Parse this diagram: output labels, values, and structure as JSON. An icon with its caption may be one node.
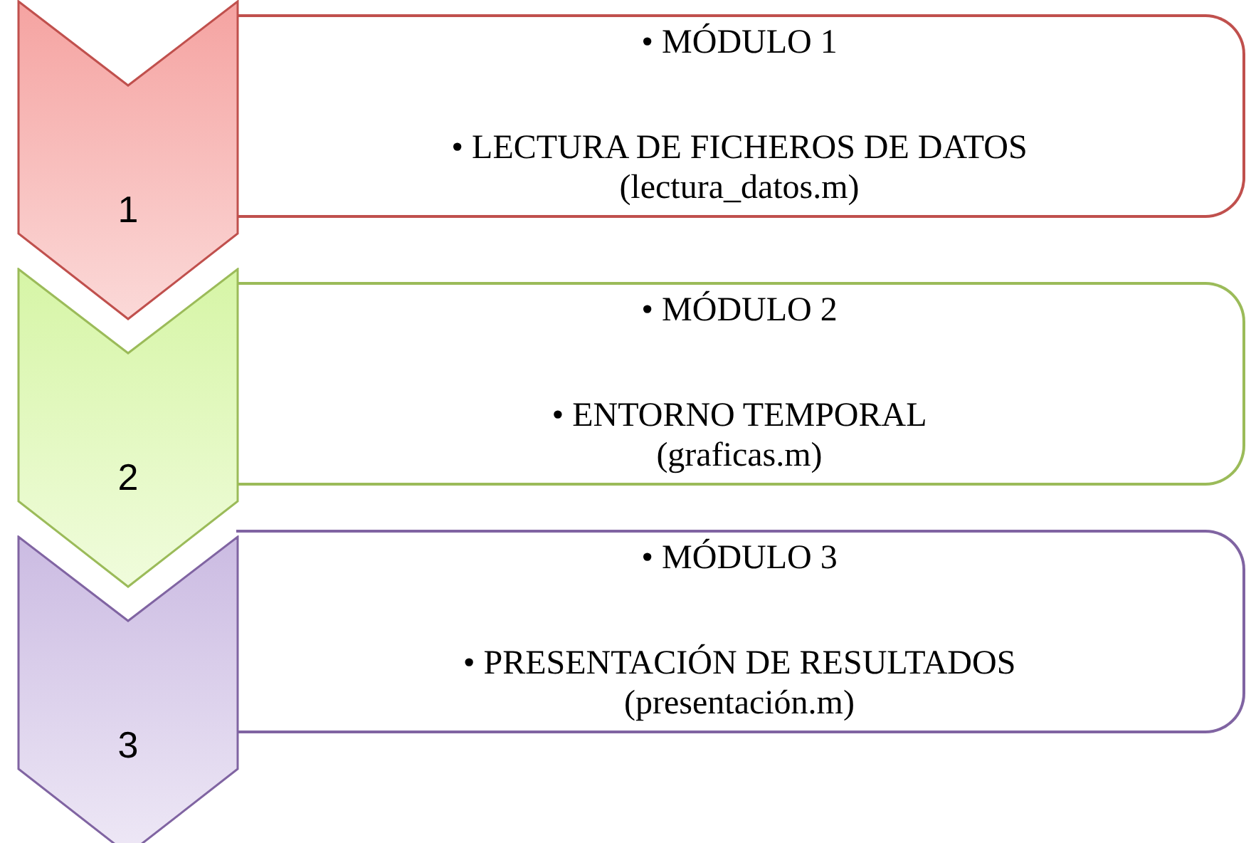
{
  "diagram": {
    "nodes": [
      {
        "text": [
          "1"
        ]
      },
      {
        "text": [
          "• MÓDULO 1",
          "• LECTURA DE FICHEROS DE DATOS",
          "(lectura_datos.m)"
        ]
      },
      {
        "text": [
          "2"
        ]
      },
      {
        "text": [
          "• MÓDULO 2",
          "• ENTORNO TEMPORAL",
          "(graficas.m)"
        ]
      },
      {
        "text": [
          "3"
        ]
      },
      {
        "text": [
          "• MÓDULO 3",
          "• PRESENTACIÓN DE RESULTADOS",
          "(presentación.m)"
        ]
      }
    ],
    "edges": []
  }
}
